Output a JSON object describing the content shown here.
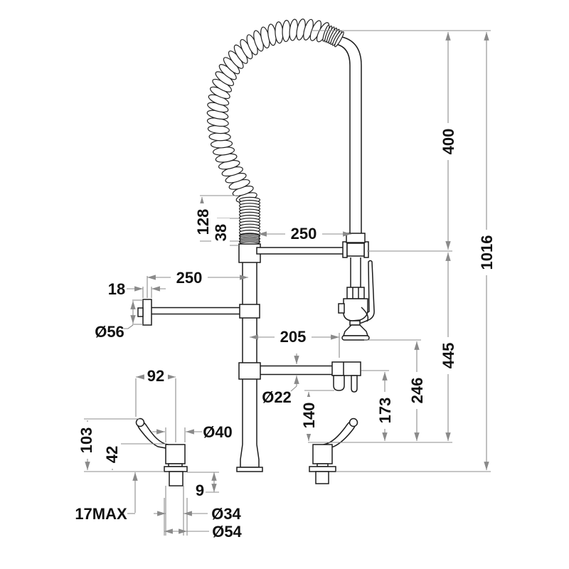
{
  "drawing": {
    "type": "technical-dimension-drawing",
    "subject": "pre-rinse kitchen faucet with spray head, swivel spout, wall bracket and two deck valves",
    "units": "mm",
    "colors": {
      "background": "#ffffff",
      "object_line": "#1c1c1c",
      "dimension_line": "#8c8c8c",
      "text": "#101010"
    },
    "labels": {
      "overall_height": "1016",
      "hose_drop": "400",
      "riser_height": "445",
      "spray_outlet_height": "246",
      "spout_end_height": "173",
      "spout_outlet_height": "140",
      "spring_length": "128",
      "spring_collar": "38",
      "hose_offset": "250",
      "bracket_reach": "250",
      "flange_thickness": "18",
      "wall_flange_diameter": "Ø56",
      "spout_reach": "205",
      "spout_diameter": "Ø22",
      "lever_reach": "92",
      "lever_height": "103",
      "valve_height": "42",
      "valve_diameter": "Ø40",
      "washer_height": "9",
      "counter_thickness": "17MAX",
      "shank_diameter": "Ø34",
      "base_flange_diameter": "Ø54"
    }
  }
}
